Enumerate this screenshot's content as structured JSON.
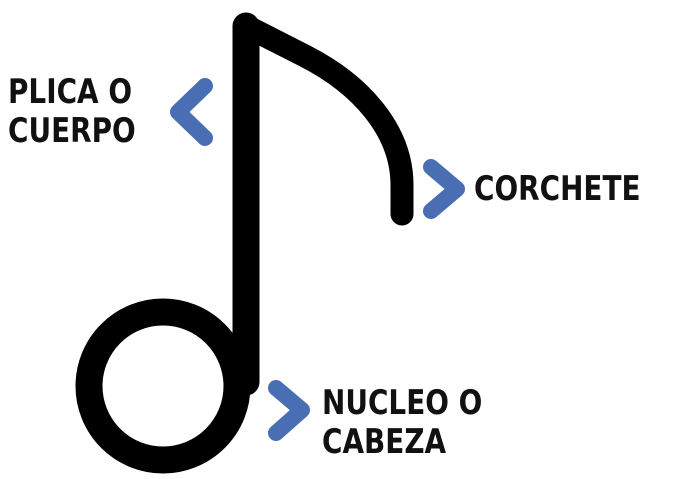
{
  "labels": {
    "plica": {
      "line1": "PLICA O",
      "line2": "CUERPO"
    },
    "corchete": {
      "line1": "CORCHETE"
    },
    "nucleo": {
      "line1": "NUCLEO O",
      "line2": "CABEZA"
    }
  },
  "icons": {
    "note": "eighth-note-icon",
    "arrow": "chevron-icon"
  },
  "colors": {
    "note": "#000000",
    "arrow": "#4a6eb3",
    "text": "#111111",
    "background": "#ffffff"
  }
}
